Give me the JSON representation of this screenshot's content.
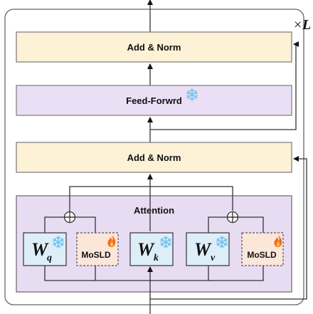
{
  "layer": {
    "repeat_symbol": "×",
    "repeat_var": "L"
  },
  "blocks": {
    "add_norm_top": "Add & Norm",
    "feed_forward": "Feed-Forwrd",
    "add_norm_bottom": "Add & Norm",
    "attention": "Attention"
  },
  "weights": {
    "w_symbol": "W",
    "wq_sub": "q",
    "wk_sub": "k",
    "wv_sub": "v",
    "mosld_q": "MoSLD",
    "mosld_v": "MoSLD"
  },
  "icons": {
    "frozen": "snowflake-icon",
    "trainable": "fire-icon"
  },
  "colors": {
    "add_norm_fill": "#fdf1d6",
    "add_norm_stroke": "#7a7a7a",
    "ffn_fill": "#eadff4",
    "attention_fill": "#e8dcf3",
    "weight_fill": "#deeef8",
    "mosld_fill": "#fbe6da",
    "snowflake": "#74c4ef"
  }
}
